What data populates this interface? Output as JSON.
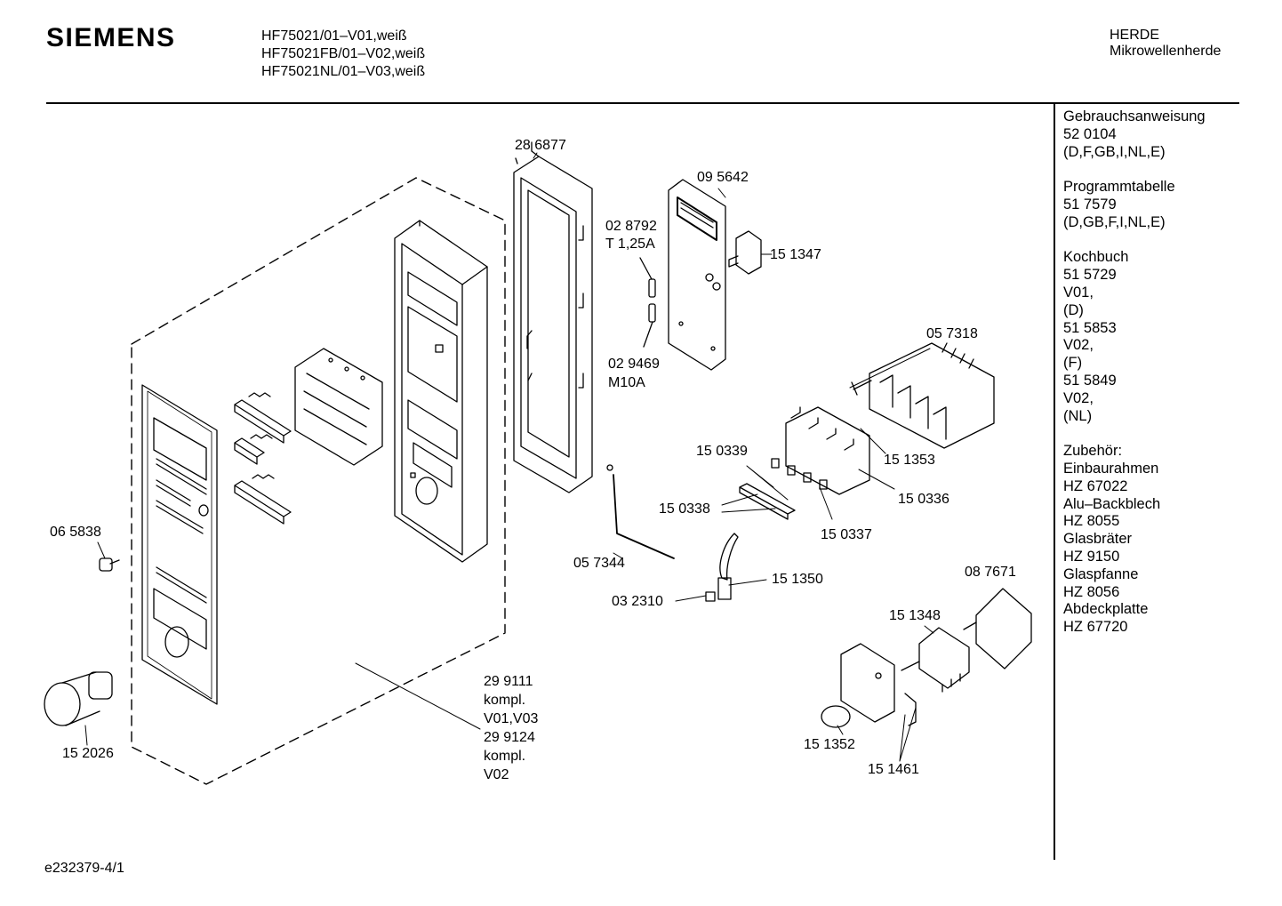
{
  "header": {
    "brand": "SIEMENS",
    "models": [
      "HF75021/01–V01,weiß",
      "HF75021FB/01–V02,weiß",
      "HF75021NL/01–V03,weiß"
    ],
    "category": "HERDE",
    "subcategory": "Mikrowellenherde"
  },
  "sidebar": {
    "lines": [
      "Gebrauchsanweisung",
      "52 0104",
      "(D,F,GB,I,NL,E)",
      "",
      "Programmtabelle",
      "51 7579",
      "(D,GB,F,I,NL,E)",
      "",
      "Kochbuch",
      "51 5729",
      "V01,",
      "(D)",
      "51 5853",
      "V02,",
      "(F)",
      "51 5849",
      "V02,",
      "(NL)",
      "",
      "Zubehör:",
      "Einbaurahmen",
      "HZ 67022",
      "Alu–Backblech",
      "HZ 8055",
      "Glasbräter",
      "HZ 9150",
      "Glaspfanne",
      "HZ 8056",
      "Abdeckplatte",
      "HZ 67720"
    ]
  },
  "parts": {
    "p286877": "28 6877",
    "p095642": "09 5642",
    "p028792": "02 8792",
    "p028792_spec": "T 1,25A",
    "p151347": "15 1347",
    "p029469": "02 9469",
    "p029469_spec": "M10A",
    "p057318": "05 7318",
    "p150339": "15 0339",
    "p151353": "15 1353",
    "p150336": "15 0336",
    "p150338": "15 0338",
    "p150337": "15 0337",
    "p065838": "06 5838",
    "p057344": "05 7344",
    "p151350": "15 1350",
    "p032310": "03 2310",
    "p087671": "08 7671",
    "p151348": "15 1348",
    "p299111": "29 9111",
    "p299111_note1": "kompl.",
    "p299111_note2": "V01,V03",
    "p299124": "29 9124",
    "p299124_note1": "kompl.",
    "p299124_note2": "V02",
    "p152026": "15 2026",
    "p151352": "15 1352",
    "p151461": "15 1461"
  },
  "footer": {
    "code": "e232379-4/1"
  }
}
